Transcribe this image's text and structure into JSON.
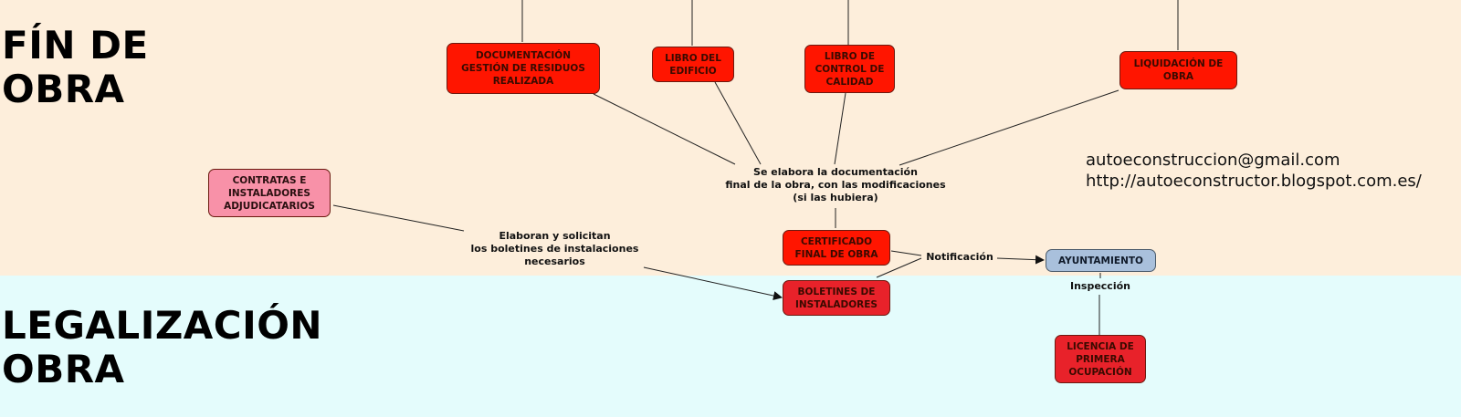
{
  "sections": {
    "top": {
      "title": "FÍN DE\nOBRA",
      "background": "#fdeedb"
    },
    "bottom": {
      "title": "LEGALIZACIÓN\nOBRA",
      "background": "#e4fcfc"
    }
  },
  "nodes": {
    "doc_residuos": {
      "label": "DOCUMENTACIÓN\nGESTIÓN DE RESIDUOS\nREALIZADA",
      "color": "#ff1500"
    },
    "libro_edificio": {
      "label": "LIBRO DEL\nEDIFICIO",
      "color": "#ff1500"
    },
    "libro_calidad": {
      "label": "LIBRO DE\nCONTROL DE\nCALIDAD",
      "color": "#ff1500"
    },
    "liquidacion": {
      "label": "LIQUIDACIÓN DE\nOBRA",
      "color": "#ff1500"
    },
    "contratas": {
      "label": "CONTRATAS E\nINSTALADORES\nADJUDICATARIOS",
      "color": "#f891a8"
    },
    "certificado": {
      "label": "CERTIFICADO\nFINAL DE OBRA",
      "color": "#ff1500"
    },
    "boletines": {
      "label": "BOLETINES DE\nINSTALADORES",
      "color": "#e8222a"
    },
    "ayuntamiento": {
      "label": "AYUNTAMIENTO",
      "color": "#a9c0dc"
    },
    "licencia": {
      "label": "LICENCIA DE\nPRIMERA\nOCUPACIÓN",
      "color": "#e8222a"
    }
  },
  "link_labels": {
    "documentacion_final": "Se elabora la documentación\nfinal de la obra, con las modificaciones\n(si las hubiera)",
    "elaboran": "Elaboran y solicitan\nlos boletines de instalaciones\nnecesarios",
    "notificacion": "Notificación",
    "inspeccion": "Inspección"
  },
  "contact": {
    "email": "autoeconstruccion@gmail.com",
    "url": "http://autoeconstructor.blogspot.com.es/"
  }
}
